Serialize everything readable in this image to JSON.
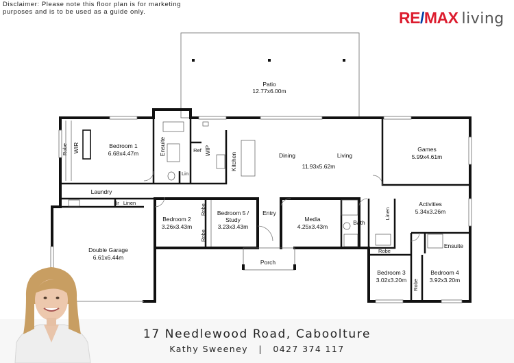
{
  "disclaimer": "Disclaimer: Please note this floor plan is for marketing purposes and is to be used as a guide only.",
  "brand": {
    "part1": "RE",
    "slash": "/",
    "part2": "MAX",
    "part3": "living"
  },
  "rooms": {
    "patio": {
      "name": "Patio",
      "size": "12.77x6.00m"
    },
    "bed1": {
      "name": "Bedroom 1",
      "size": "6.68x4.47m"
    },
    "wir": "WIR",
    "robe": "Robe",
    "ensuite1": "Ensuite",
    "ref": "Ref",
    "wip": "WIP",
    "lin": "Lin",
    "kitchen": "Kitchen",
    "dining": "Dining",
    "living": "Living",
    "living_size": "11.93x5.62m",
    "games": {
      "name": "Games",
      "size": "5.99x4.61m"
    },
    "laundry": "Laundry",
    "br": "Br",
    "linen": "Linen",
    "bed2": {
      "name": "Bedroom 2",
      "size": "3.26x3.43m"
    },
    "bed5_line1": "Bedroom 5 /",
    "bed5_line2": "Study",
    "bed5_size": "3.23x3.43m",
    "entry": "Entry",
    "media": {
      "name": "Media",
      "size": "4.25x3.43m"
    },
    "bath": "Bath",
    "activities": {
      "name": "Activities",
      "size": "5.34x3.26m"
    },
    "ensuite2": "Ensuite",
    "garage": {
      "name": "Double Garage",
      "size": "6.61x6.44m"
    },
    "porch": "Porch",
    "bed3": {
      "name": "Bedroom 3",
      "size": "3.02x3.20m"
    },
    "bed4": {
      "name": "Bedroom 4",
      "size": "3.92x3.20m"
    }
  },
  "footer": {
    "address": "17 Needlewood Road, Caboolture",
    "agent": "Kathy Sweeney",
    "separator": "|",
    "phone": "0427 374 117"
  }
}
